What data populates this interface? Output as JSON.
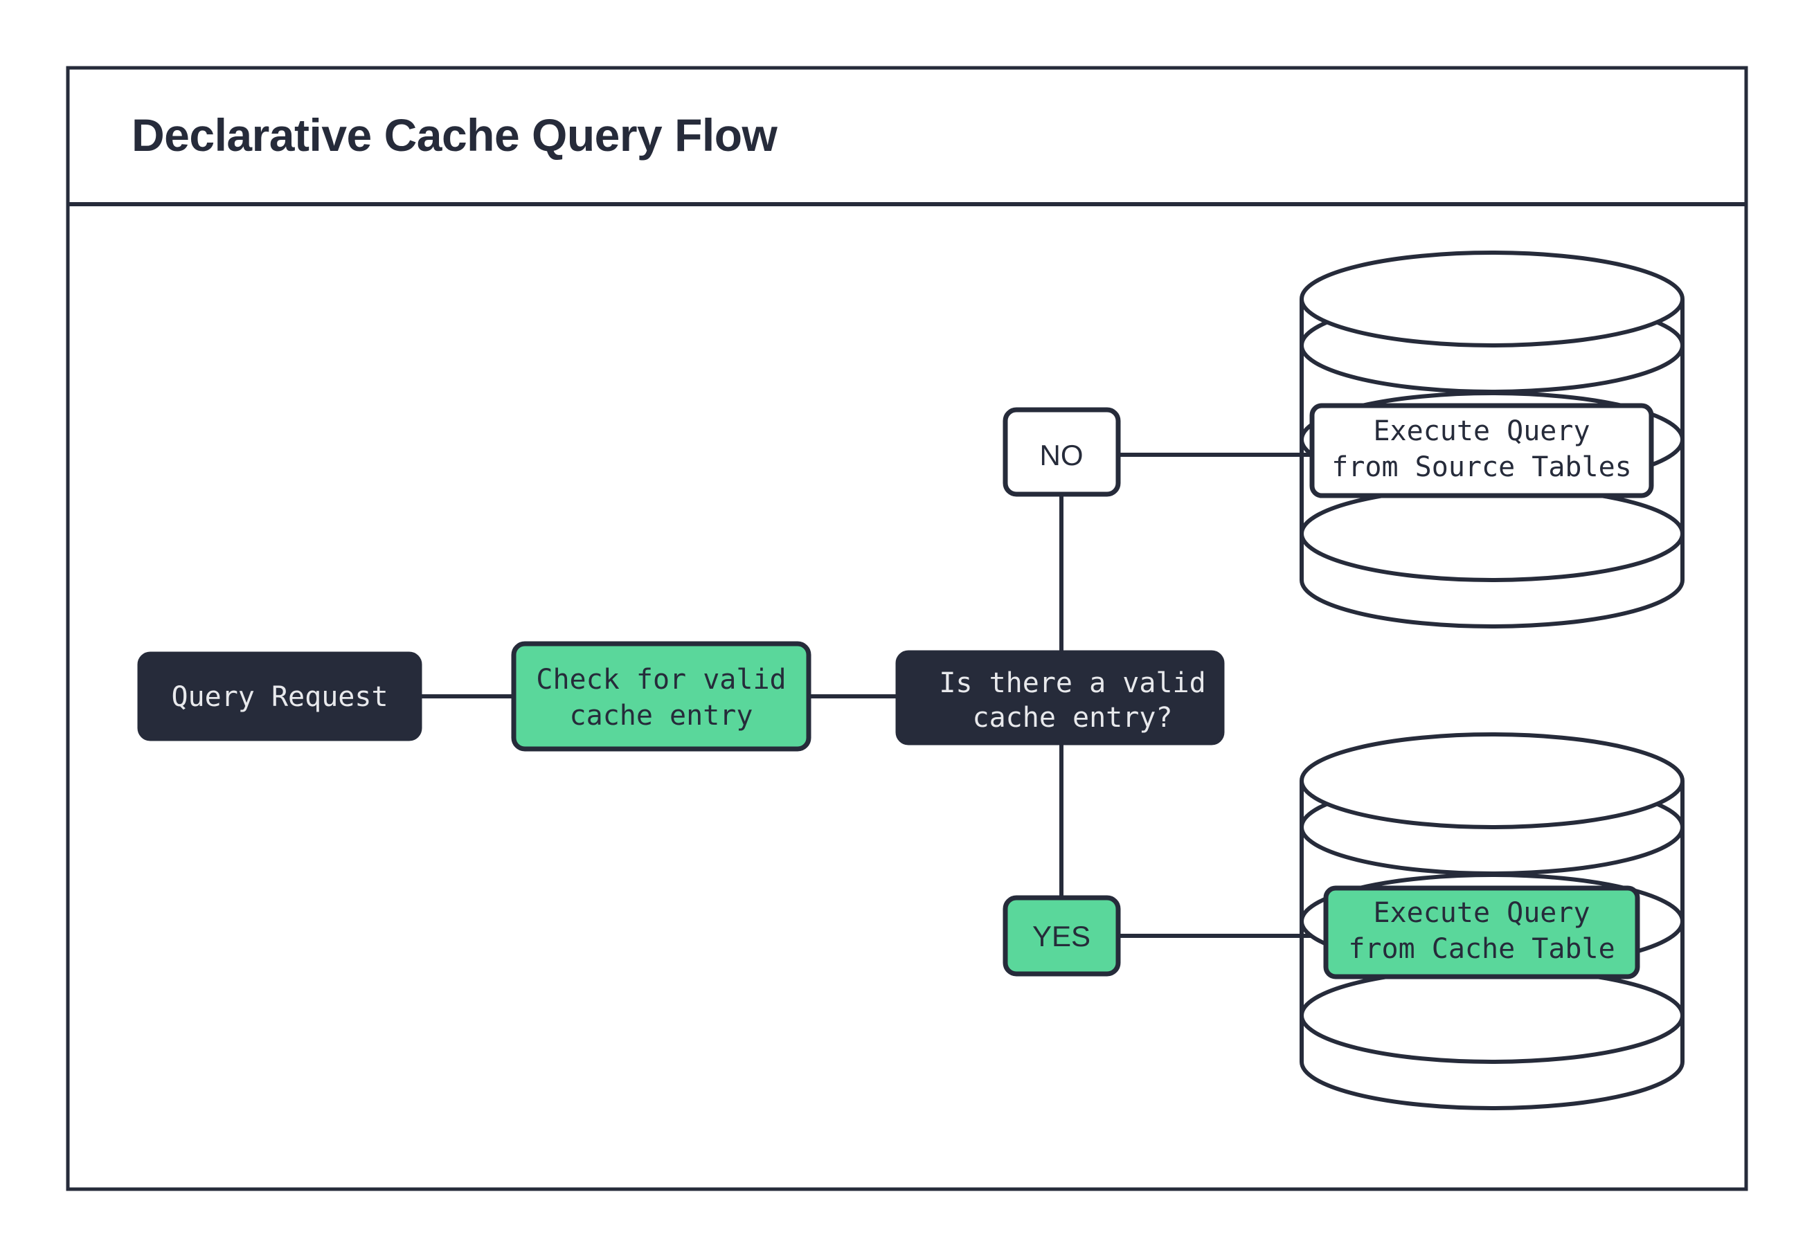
{
  "diagram": {
    "title": "Declarative Cache Query Flow",
    "background_color": "#ffffff",
    "accent_green": "#5AD79B",
    "ink_color": "#262B3A",
    "nodes": {
      "query_request": {
        "label": "Query Request",
        "style": "dark"
      },
      "check_cache": {
        "label_line1": "Check for valid",
        "label_line2": "cache entry",
        "style": "green"
      },
      "decision": {
        "label_line1": "Is there a valid",
        "label_line2": "cache entry?",
        "style": "dark"
      },
      "branch_no": {
        "label": "NO",
        "style": "white"
      },
      "branch_yes": {
        "label": "YES",
        "style": "green"
      },
      "source_db": {
        "label_line1": "Execute Query",
        "label_line2": "from Source Tables",
        "style": "white",
        "icon": "database-cylinder"
      },
      "cache_db": {
        "label_line1": "Execute Query",
        "label_line2": "from Cache Table",
        "style": "green",
        "icon": "database-cylinder"
      }
    },
    "edges": [
      {
        "from": "query_request",
        "to": "check_cache"
      },
      {
        "from": "check_cache",
        "to": "decision"
      },
      {
        "from": "decision",
        "to": "branch_no"
      },
      {
        "from": "branch_no",
        "to": "source_db"
      },
      {
        "from": "decision",
        "to": "branch_yes"
      },
      {
        "from": "branch_yes",
        "to": "cache_db"
      }
    ]
  }
}
